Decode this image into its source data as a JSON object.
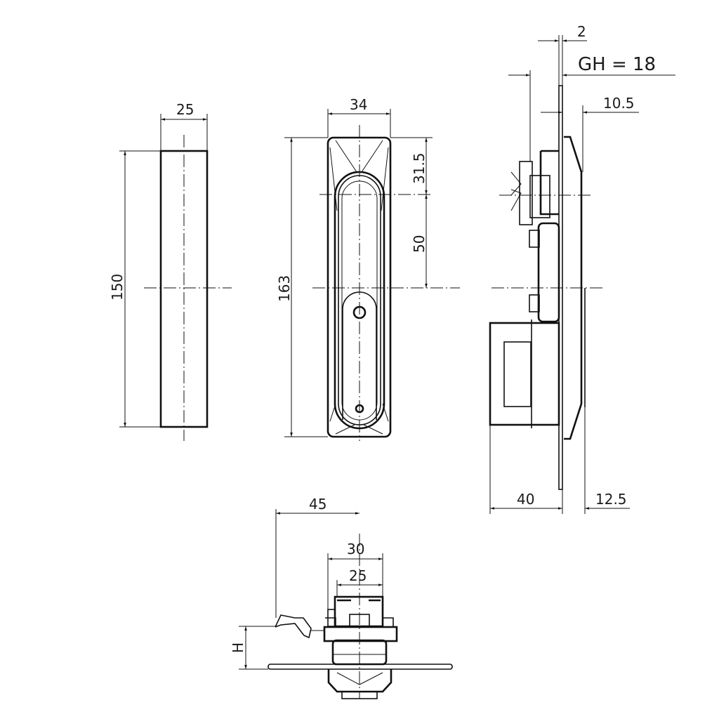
{
  "drawing": {
    "views": {
      "front_cover": {
        "width_label": "25",
        "height_label": "150"
      },
      "front_handle": {
        "width_label": "34",
        "height_label": "163",
        "top_to_pivot_label": "31.5",
        "pivot_to_center_label": "50"
      },
      "side_view": {
        "plate_thickness_label": "2",
        "grip_height_label": "GH = 18",
        "offset_label": "10.5",
        "depth_label": "40",
        "projection_label": "12.5"
      },
      "bottom_view": {
        "reach_label": "45",
        "outer_width_label": "30",
        "inner_width_label": "25",
        "height_symbol": "H"
      }
    },
    "colors": {
      "line": "#111111",
      "background": "#ffffff"
    }
  }
}
